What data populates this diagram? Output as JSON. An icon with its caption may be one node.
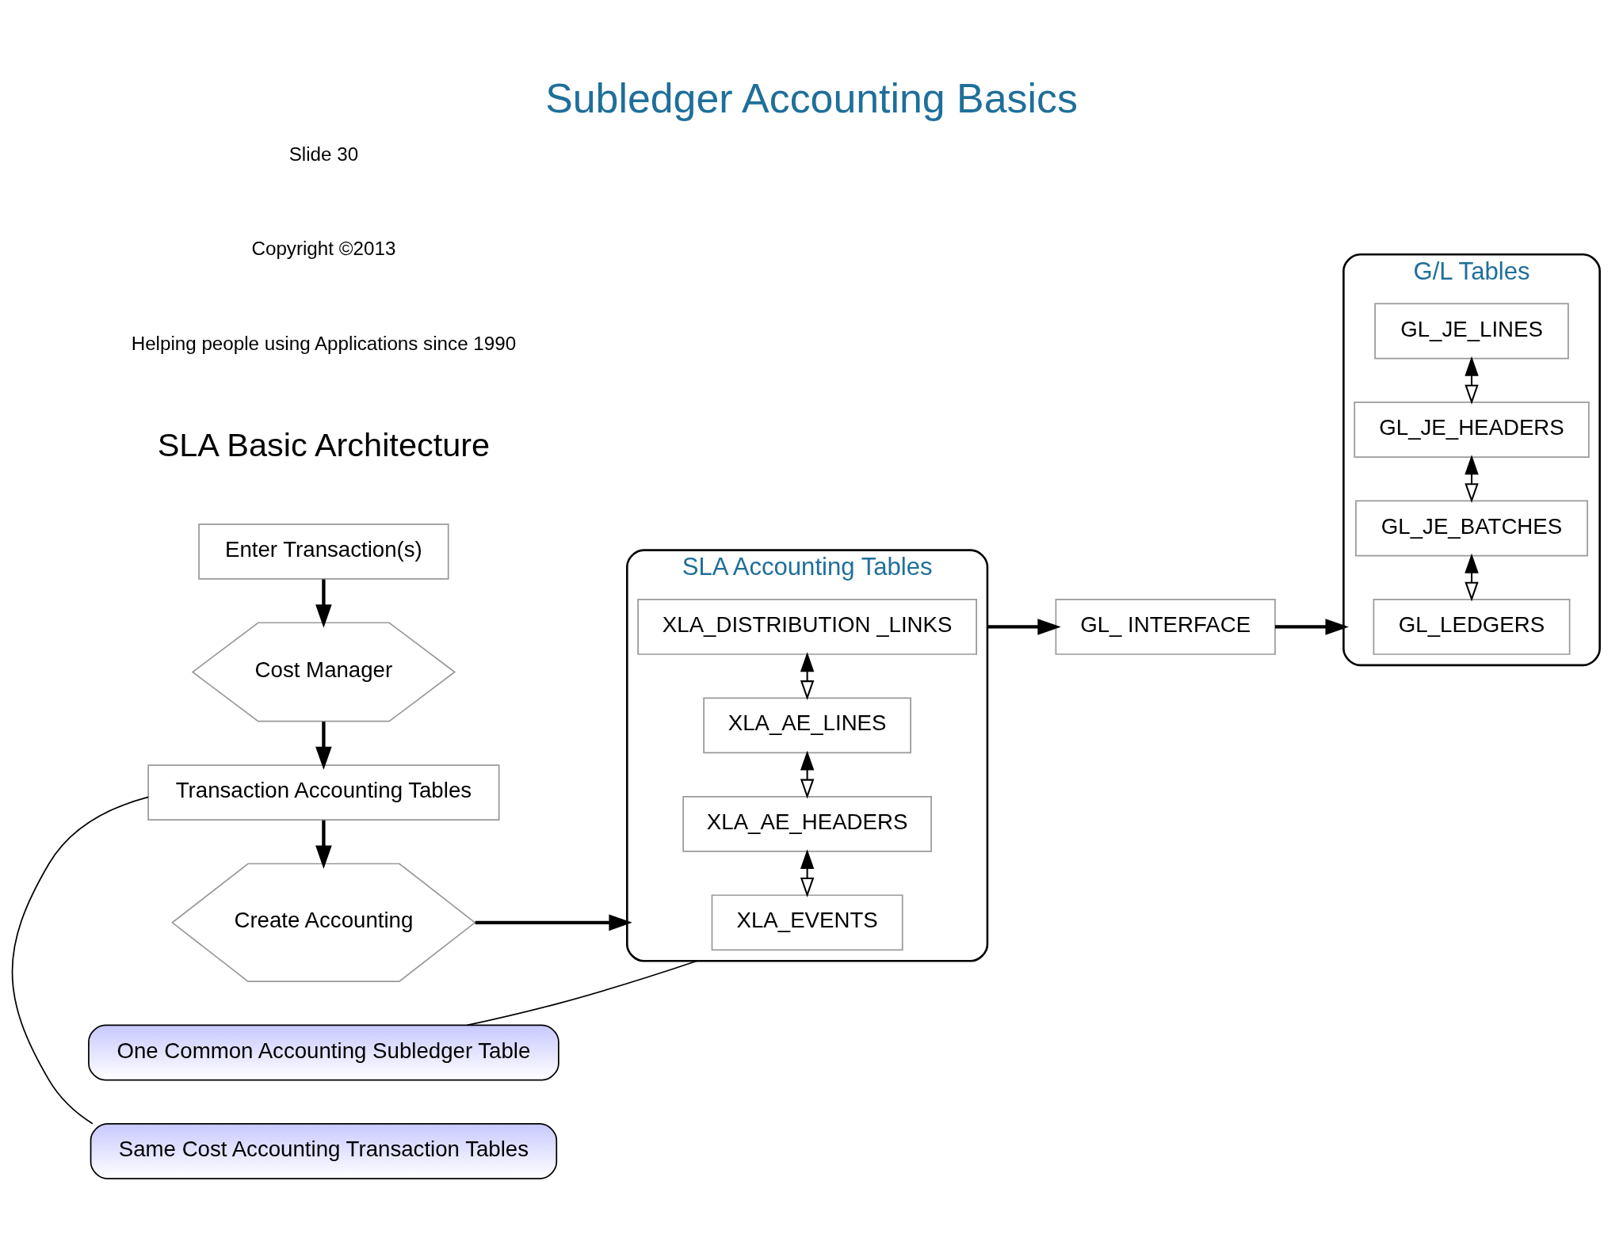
{
  "diagram": {
    "title": "Subledger Accounting Basics",
    "nodes": [
      {
        "text": [
          "Enter Transaction(s)"
        ]
      },
      {
        "text": [
          "Cost Manager"
        ]
      },
      {
        "text": [
          "Transaction Accounting Tables"
        ]
      },
      {
        "text": [
          "Create Accounting"
        ]
      },
      {
        "text": [
          "Same Cost Accounting Transaction Tables"
        ]
      },
      {
        "text": [
          "One Common Accounting Subledger Table"
        ]
      },
      {
        "text": [
          "SLA Accounting Tables"
        ]
      },
      {
        "text": [
          "XLA_EVENTS"
        ],
        "in": 6
      },
      {
        "text": [
          "XLA_AE_HEADERS"
        ],
        "in": 6
      },
      {
        "text": [
          "XLA_AE_LINES"
        ],
        "in": 6
      },
      {
        "text": [
          "XLA_DISTRIBUTION _LINKS"
        ],
        "in": 6
      },
      {
        "text": [
          "GL_ INTERFACE"
        ]
      },
      {
        "text": [
          "G/L Tables"
        ]
      },
      {
        "text": [
          "GL_LEDGERS"
        ],
        "in": 12
      },
      {
        "text": [
          "GL_JE_BATCHES"
        ],
        "in": 12
      },
      {
        "text": [
          "GL_JE_HEADERS"
        ],
        "in": 12
      },
      {
        "text": [
          "GL_JE_LINES"
        ],
        "in": 12
      }
    ],
    "edges": [
      {
        "from": 0,
        "to": 1,
        "arrow": "to"
      },
      {
        "from": 1,
        "to": 2,
        "arrow": "to"
      },
      {
        "from": 2,
        "to": 3,
        "arrow": "to"
      },
      {
        "from": 3,
        "to": 6,
        "arrow": "to"
      },
      {
        "from": 4,
        "to": 2,
        "arrow": "none"
      },
      {
        "from": 5,
        "to": 6,
        "arrow": "none"
      },
      {
        "from": 7,
        "to": 8,
        "arrow": "both"
      },
      {
        "from": 8,
        "to": 9,
        "arrow": "both"
      },
      {
        "from": 9,
        "to": 10,
        "arrow": "both"
      },
      {
        "from": 6,
        "to": 11,
        "arrow": "to"
      },
      {
        "from": 11,
        "to": 12,
        "arrow": "to"
      },
      {
        "from": 13,
        "to": 14,
        "arrow": "both"
      },
      {
        "from": 14,
        "to": 15,
        "arrow": "both"
      },
      {
        "from": 15,
        "to": 16,
        "arrow": "both"
      }
    ],
    "labels": [
      "SLA Basic Architecture",
      "Helping people using Applications since 1990",
      "Copyright ©2013",
      "Slide 30"
    ]
  }
}
